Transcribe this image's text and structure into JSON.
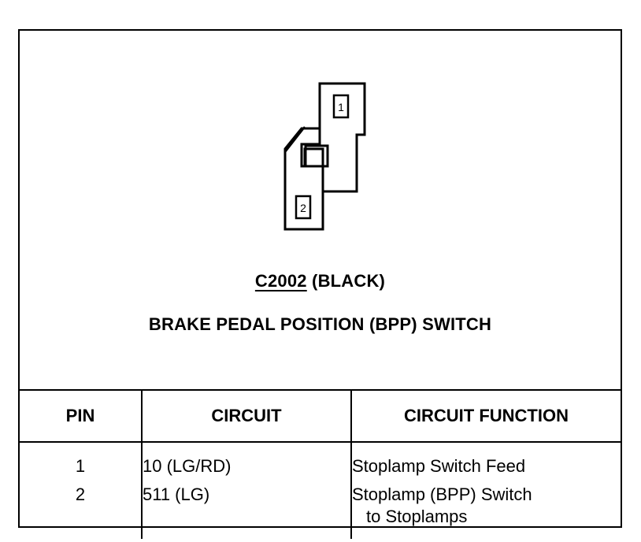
{
  "connector": {
    "id": "C2002",
    "color": "(BLACK)",
    "component": "BRAKE PEDAL POSITION (BPP) SWITCH",
    "cavity_labels": [
      "1",
      "2"
    ]
  },
  "table": {
    "headers": {
      "pin": "PIN",
      "circuit": "CIRCUIT",
      "function": "CIRCUIT FUNCTION"
    },
    "rows": [
      {
        "pin": "1",
        "circuit": "10 (LG/RD)",
        "function_line1": "Stoplamp Switch Feed",
        "function_line2": ""
      },
      {
        "pin": "2",
        "circuit": "511 (LG)",
        "function_line1": "Stoplamp (BPP) Switch",
        "function_line2": "to Stoplamps"
      }
    ]
  }
}
